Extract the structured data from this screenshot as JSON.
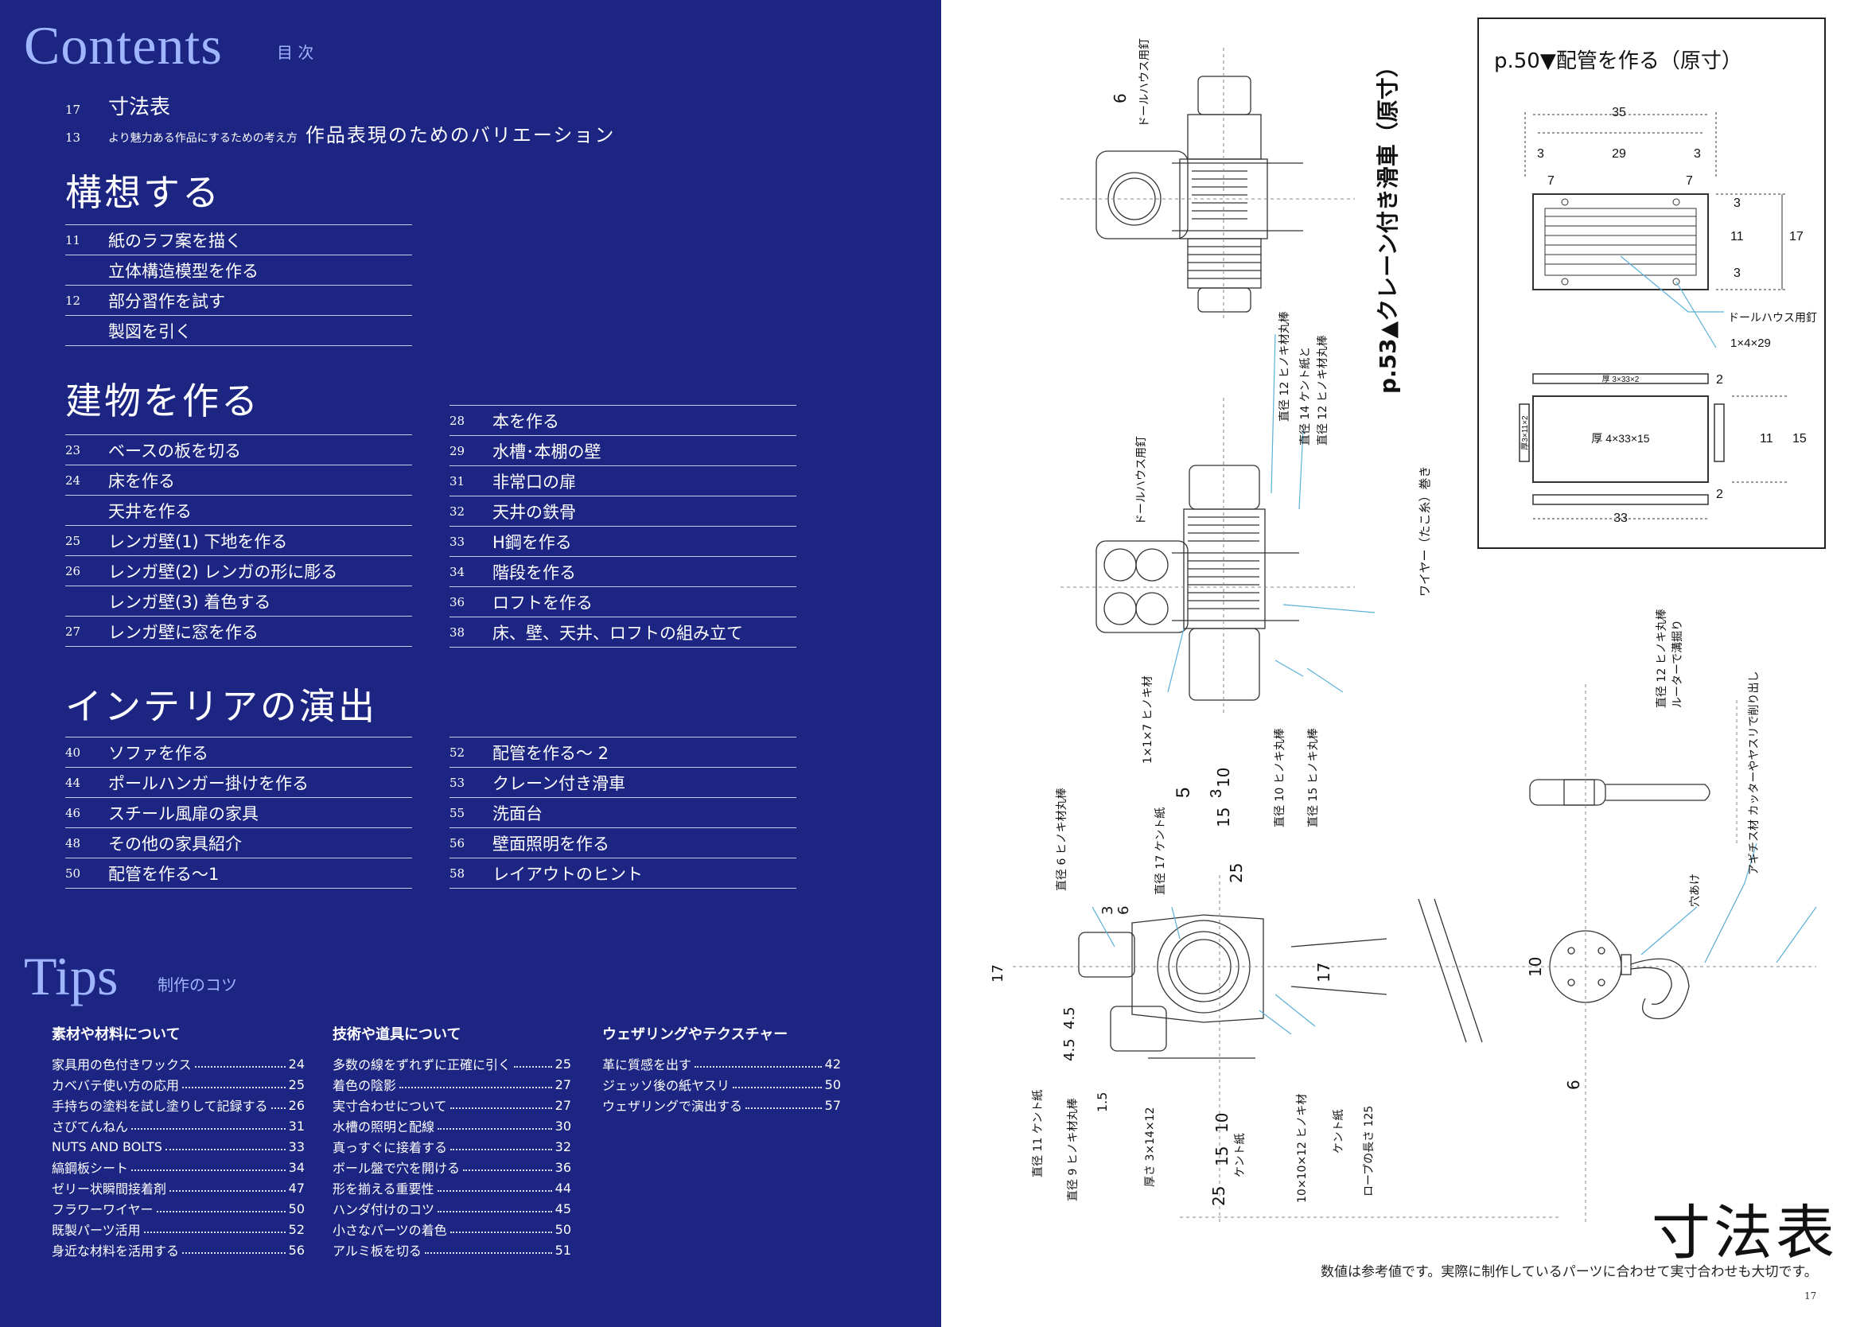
{
  "contents": {
    "title": "Contents",
    "subtitle": "目 次",
    "top": [
      {
        "num": "17",
        "small": "",
        "label": "寸法表"
      },
      {
        "num": "13",
        "small": "より魅力ある作品にするための考え方",
        "label": "作品表現のためのバリエーション"
      }
    ],
    "sections": [
      {
        "title": "構想する",
        "left": [
          {
            "num": "11",
            "label": "紙のラフ案を描く"
          },
          {
            "num": "",
            "label": "立体構造模型を作る"
          },
          {
            "num": "12",
            "label": "部分習作を試す"
          },
          {
            "num": "",
            "label": "製図を引く"
          }
        ],
        "right": []
      },
      {
        "title": "建物を作る",
        "left": [
          {
            "num": "23",
            "label": "ベースの板を切る"
          },
          {
            "num": "24",
            "label": "床を作る"
          },
          {
            "num": "",
            "label": "天井を作る"
          },
          {
            "num": "25",
            "label": "レンガ壁(1) 下地を作る"
          },
          {
            "num": "26",
            "label": "レンガ壁(2) レンガの形に彫る"
          },
          {
            "num": "",
            "label": "レンガ壁(3) 着色する"
          },
          {
            "num": "27",
            "label": "レンガ壁に窓を作る"
          }
        ],
        "right": [
          {
            "num": "28",
            "label": "本を作る"
          },
          {
            "num": "29",
            "label": "水槽･本棚の壁"
          },
          {
            "num": "31",
            "label": "非常口の扉"
          },
          {
            "num": "32",
            "label": "天井の鉄骨"
          },
          {
            "num": "33",
            "label": "H鋼を作る"
          },
          {
            "num": "34",
            "label": "階段を作る"
          },
          {
            "num": "36",
            "label": "ロフトを作る"
          },
          {
            "num": "38",
            "label": "床、壁、天井、ロフトの組み立て"
          }
        ]
      },
      {
        "title": "インテリアの演出",
        "left": [
          {
            "num": "40",
            "label": "ソファを作る"
          },
          {
            "num": "44",
            "label": "ポールハンガー掛けを作る"
          },
          {
            "num": "46",
            "label": "スチール風扉の家具"
          },
          {
            "num": "48",
            "label": "その他の家具紹介"
          },
          {
            "num": "50",
            "label": "配管を作る～1"
          }
        ],
        "right": [
          {
            "num": "52",
            "label": "配管を作る～ 2"
          },
          {
            "num": "53",
            "label": "クレーン付き滑車"
          },
          {
            "num": "55",
            "label": "洗面台"
          },
          {
            "num": "56",
            "label": "壁面照明を作る"
          },
          {
            "num": "58",
            "label": "レイアウトのヒント"
          }
        ]
      }
    ]
  },
  "tips": {
    "title": "Tips",
    "subtitle": "制作のコツ",
    "columns": [
      {
        "heading": "素材や材料について",
        "items": [
          {
            "label": "家具用の色付きワックス",
            "page": "24"
          },
          {
            "label": "カベバテ使い方の応用",
            "page": "25"
          },
          {
            "label": "手持ちの塗料を試し塗りして記録する",
            "page": "26"
          },
          {
            "label": "さびてんねん",
            "page": "31"
          },
          {
            "label": "NUTS AND BOLTS",
            "page": "33"
          },
          {
            "label": "縞鋼板シート",
            "page": "34"
          },
          {
            "label": "ゼリー状瞬間接着剤",
            "page": "47"
          },
          {
            "label": "フラワーワイヤー",
            "page": "50"
          },
          {
            "label": "既製パーツ活用",
            "page": "52"
          },
          {
            "label": "身近な材料を活用する",
            "page": "56"
          }
        ]
      },
      {
        "heading": "技術や道具について",
        "items": [
          {
            "label": "多数の線をずれずに正確に引く",
            "page": "25"
          },
          {
            "label": "着色の陰影",
            "page": "27"
          },
          {
            "label": "実寸合わせについて",
            "page": "27"
          },
          {
            "label": "水槽の照明と配線",
            "page": "30"
          },
          {
            "label": "真っすぐに接着する",
            "page": "32"
          },
          {
            "label": "ボール盤で穴を開ける",
            "page": "36"
          },
          {
            "label": "形を揃える重要性",
            "page": "44"
          },
          {
            "label": "ハンダ付けのコツ",
            "page": "45"
          },
          {
            "label": "小さなパーツの着色",
            "page": "50"
          },
          {
            "label": "アルミ板を切る",
            "page": "51"
          }
        ]
      },
      {
        "heading": "ウェザリングやテクスチャー",
        "items": [
          {
            "label": "革に質感を出す",
            "page": "42"
          },
          {
            "label": "ジェッソ後の紙ヤスリ",
            "page": "50"
          },
          {
            "label": "ウェザリングで演出する",
            "page": "57"
          }
        ]
      }
    ]
  },
  "figure": {
    "box_title": "p.50▼配管を作る（原寸）",
    "box_labels": {
      "w35": "35",
      "w29": "29",
      "three_l": "3",
      "three_r": "3",
      "seven_l": "7",
      "seven_r": "7",
      "h3a": "3",
      "h11": "11",
      "h17": "17",
      "h3b": "3",
      "nail": "ドールハウス用釘",
      "size": "1×4×29",
      "top_plate": "厚 3×33×2",
      "side_plate": "厚3×11×2",
      "main_plate": "厚 4×33×15",
      "two_a": "2",
      "two_b": "2",
      "eleven": "11",
      "fifteen": "15",
      "w33": "33"
    },
    "crane_title": "p.53▲クレーン付き滑車（原寸）",
    "labels": {
      "six_top": "6",
      "nail_top": "ドールハウス用釘",
      "nail_mid": "ドールハウス用釘",
      "rod12": "直径 12 ヒノキ材丸棒",
      "kent14": "直径 14 ケント紙と",
      "rod12b": "直径 12 ヒノキ材丸棒",
      "wire": "ワイヤー（たこ糸）巻き",
      "mat117": "1×1×7 ヒノキ材",
      "rod10": "直径 10 ヒノキ丸棒",
      "rod15": "直径 15 ヒノキ丸棒",
      "ten_a": "10",
      "fifteen_a": "15",
      "twentyfive_a": "25",
      "rod6": "直径 6 ヒノキ材丸棒",
      "kent17": "直径 17 ケント紙",
      "three": "3",
      "six": "6",
      "seventeen": "17",
      "seventeen_l": "17",
      "fourfive_a": "4.5",
      "fourfive_b": "4.5",
      "onefive": "1.5",
      "kent11": "直径 11 ケント紙",
      "rod9": "直径 9 ヒノキ材丸棒",
      "thick": "厚さ 3×14×12",
      "kentpaper": "ケント紙",
      "mat101012": "10×10×12 ヒノキ材",
      "kentpaper2": "ケント紙",
      "rope": "ロープの長さ 125",
      "ten_b": "10",
      "fifteen_b": "15",
      "twentyfive_b": "25",
      "rod12c": "直径 12 ヒノキ丸棒",
      "router": "ルーターで溝掘り",
      "acrylic": "アギチス材 カッターやヤスリで削り出し",
      "hole": "穴あけ",
      "five": "5",
      "three_h": "3",
      "ten_h": "10",
      "six_h": "6"
    }
  },
  "footer": {
    "title": "寸法表",
    "note": "数値は参考値です。実際に制作しているパーツに合わせて実寸合わせも大切です。",
    "page": "17"
  },
  "colors": {
    "navy": "#1c2582",
    "accent": "#9fb6ff",
    "rule": "#c7cff0"
  }
}
